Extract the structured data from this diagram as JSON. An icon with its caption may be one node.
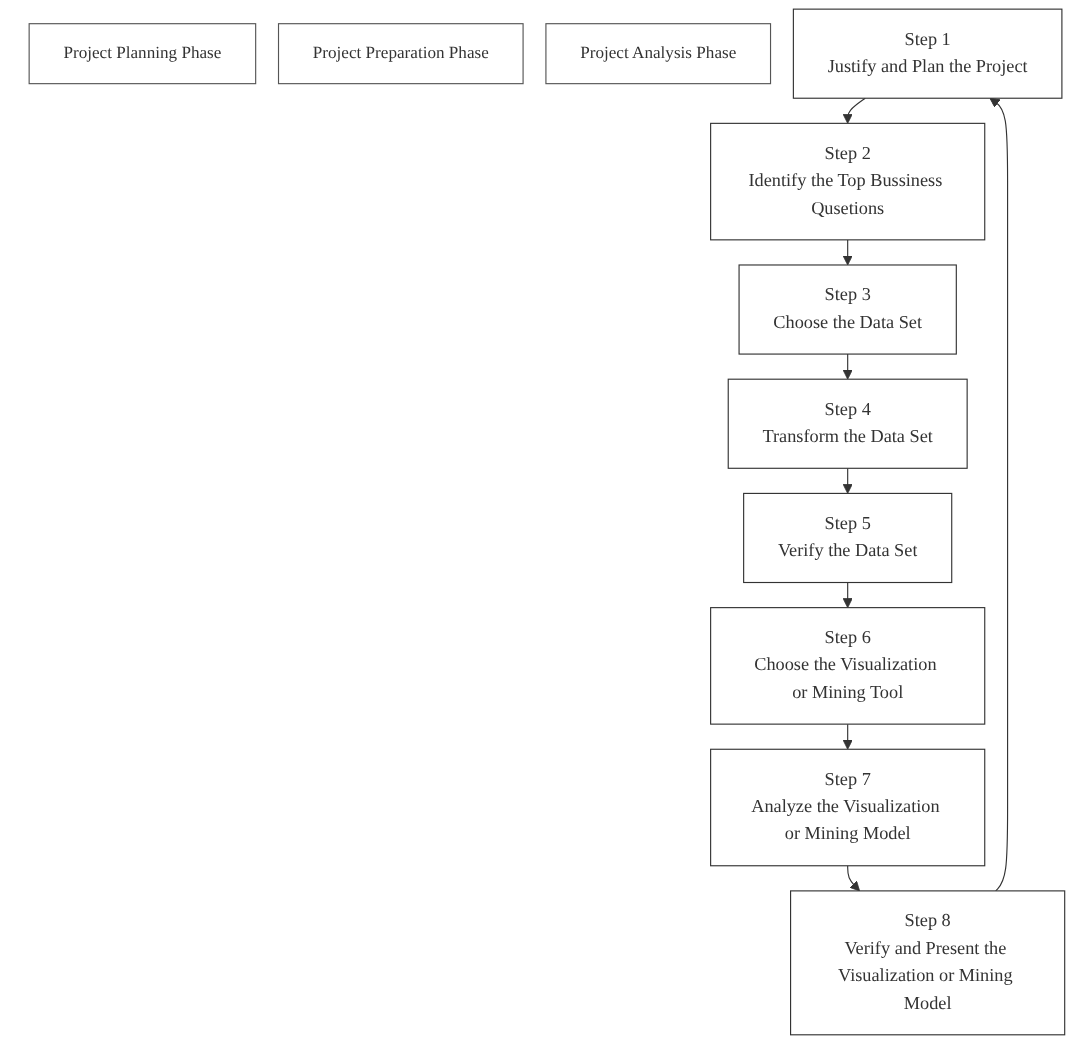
{
  "diagram": {
    "nodes": [
      {
        "text": [
          "Project Planning Phase"
        ]
      },
      {
        "text": [
          "Project Preparation Phase"
        ]
      },
      {
        "text": [
          "Project Analysis Phase"
        ]
      },
      {
        "text": [
          "Step 1",
          "Justify and Plan the Project"
        ]
      },
      {
        "text": [
          "Step 2",
          "Identify the Top Bussiness Qusetions"
        ]
      },
      {
        "text": [
          "Step 3",
          "Choose the Data Set"
        ]
      },
      {
        "text": [
          "Step 4",
          "Transform the Data Set"
        ]
      },
      {
        "text": [
          "Step 5",
          "Verify the Data Set"
        ]
      },
      {
        "text": [
          "Step 6",
          "Choose the Visualization or Mining Tool"
        ]
      },
      {
        "text": [
          "Step 7",
          "Analyze the Visualization or Mining Model"
        ]
      },
      {
        "text": [
          "Step 8",
          "Verify and Present the Visualization or Mining Model"
        ]
      }
    ],
    "edges": [
      {
        "from": 3,
        "to": 4,
        "arrow": "to"
      },
      {
        "from": 4,
        "to": 5,
        "arrow": "to"
      },
      {
        "from": 5,
        "to": 6,
        "arrow": "to"
      },
      {
        "from": 6,
        "to": 7,
        "arrow": "to"
      },
      {
        "from": 7,
        "to": 8,
        "arrow": "to"
      },
      {
        "from": 8,
        "to": 9,
        "arrow": "to"
      },
      {
        "from": 9,
        "to": 10,
        "arrow": "to"
      },
      {
        "from": 10,
        "to": 3,
        "arrow": "to"
      }
    ]
  }
}
